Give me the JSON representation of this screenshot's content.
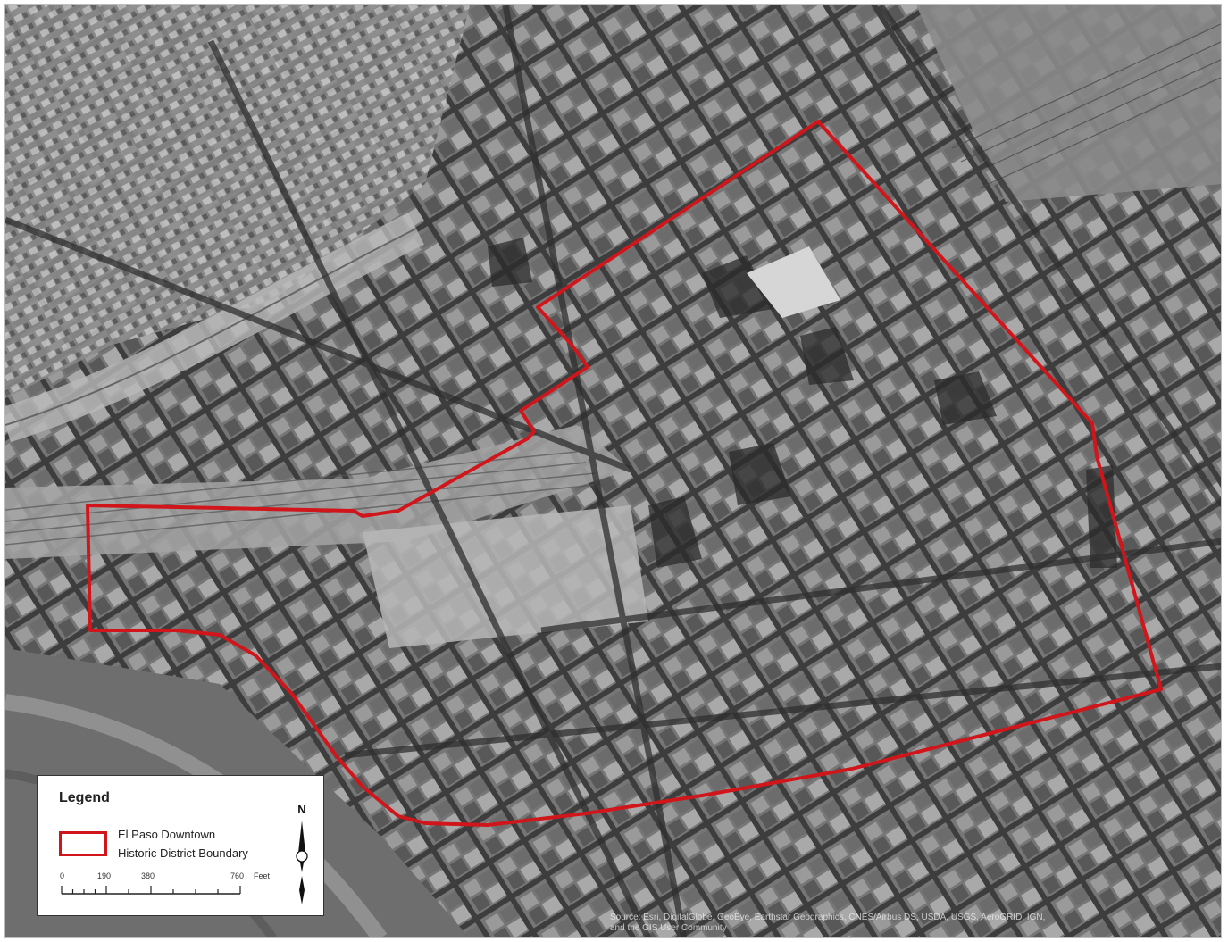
{
  "map": {
    "style": "grayscale-aerial-photograph",
    "boundary_color": "#d0161b"
  },
  "legend": {
    "title": "Legend",
    "item_label_line1": "El Paso Downtown",
    "item_label_line2": "Historic District Boundary",
    "scale_labels": [
      "0",
      "190",
      "380",
      "760",
      "Feet"
    ],
    "north_label": "N"
  },
  "attribution": {
    "line1": "Source: Esri, DigitalGlobe, GeoEye, Earthstar Geographics, CNES/Airbus DS, USDA, USGS, AeroGRID, IGN,",
    "line2": "and the GIS User Community"
  }
}
